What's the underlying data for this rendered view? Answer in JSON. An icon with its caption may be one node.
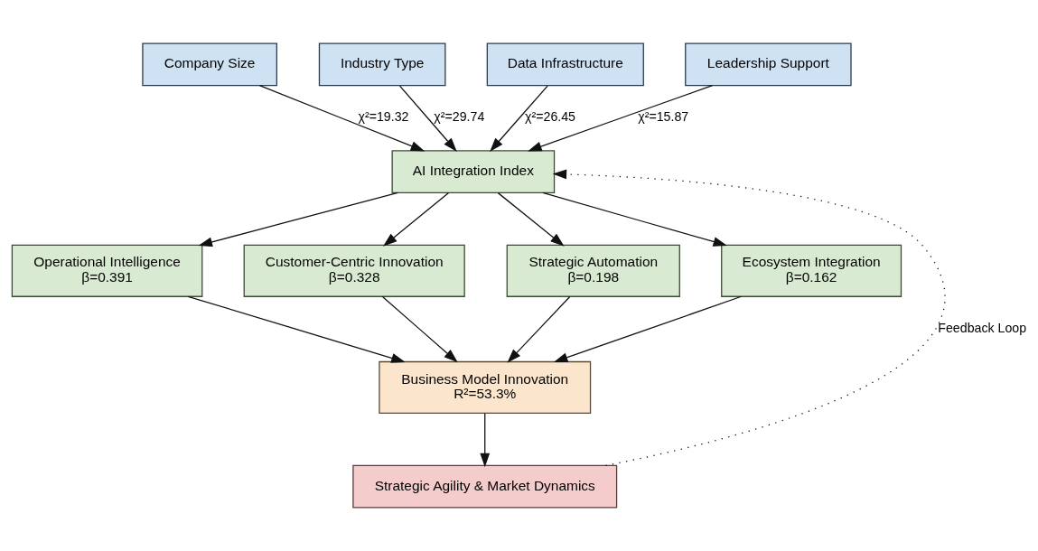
{
  "diagram": {
    "nodes": [
      {
        "text": [
          "Company Size"
        ]
      },
      {
        "text": [
          "Industry Type"
        ]
      },
      {
        "text": [
          "Data Infrastructure"
        ]
      },
      {
        "text": [
          "Leadership Support"
        ]
      },
      {
        "text": [
          "AI Integration Index"
        ]
      },
      {
        "text": [
          "Operational Intelligence",
          "β=0.391"
        ]
      },
      {
        "text": [
          "Customer-Centric Innovation",
          "β=0.328"
        ]
      },
      {
        "text": [
          "Strategic Automation",
          "β=0.198"
        ]
      },
      {
        "text": [
          "Ecosystem Integration",
          "β=0.162"
        ]
      },
      {
        "text": [
          "Business Model Innovation",
          "R²=53.3%"
        ]
      },
      {
        "text": [
          "Strategic Agility & Market Dynamics"
        ]
      }
    ],
    "edges": [
      {
        "from": 0,
        "to": 4,
        "arrow": "to",
        "label": "χ²=19.32"
      },
      {
        "from": 1,
        "to": 4,
        "arrow": "to",
        "label": "χ²=29.74"
      },
      {
        "from": 2,
        "to": 4,
        "arrow": "to",
        "label": "χ²=26.45"
      },
      {
        "from": 3,
        "to": 4,
        "arrow": "to",
        "label": "χ²=15.87"
      },
      {
        "from": 4,
        "to": 5,
        "arrow": "to"
      },
      {
        "from": 4,
        "to": 6,
        "arrow": "to"
      },
      {
        "from": 4,
        "to": 7,
        "arrow": "to"
      },
      {
        "from": 4,
        "to": 8,
        "arrow": "to"
      },
      {
        "from": 5,
        "to": 9,
        "arrow": "to"
      },
      {
        "from": 6,
        "to": 9,
        "arrow": "to"
      },
      {
        "from": 7,
        "to": 9,
        "arrow": "to"
      },
      {
        "from": 8,
        "to": 9,
        "arrow": "to"
      },
      {
        "from": 9,
        "to": 10,
        "arrow": "to"
      },
      {
        "from": 10,
        "to": 4,
        "arrow": "to",
        "label": "Feedback Loop",
        "style": "dashed"
      }
    ]
  }
}
